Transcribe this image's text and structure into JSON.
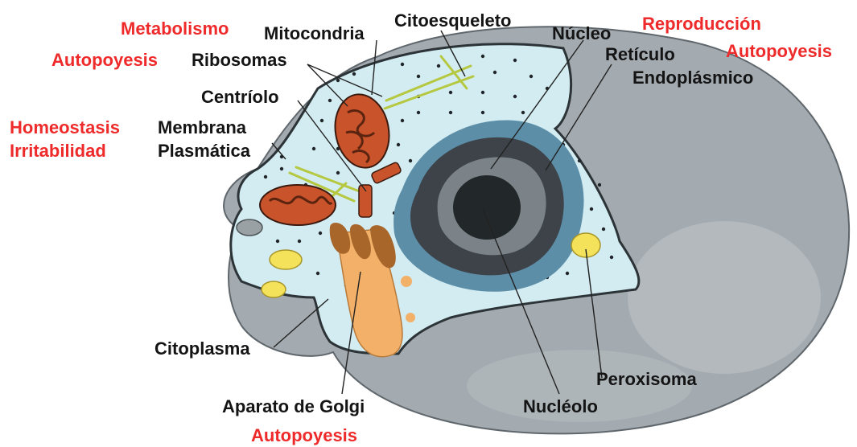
{
  "colors": {
    "outer_body": "#a4abb0",
    "cytoplasm": "#d2ecf1",
    "cytoplasm_edge": "#2c3438",
    "nucleus_outer": "#5c8ea8",
    "chromatin_dark": "#3d4348",
    "nucleolus": "#222829",
    "mitochondria": "#c9532b",
    "golgi": "#f3b069",
    "golgi_dark": "#a8662a",
    "peroxisome": "#f4e25b",
    "cytoskeleton": "#b5c840",
    "label_text": "#141414",
    "function_text": "#ee2a2a"
  },
  "organelle_labels": {
    "mitocondria": "Mitocondria",
    "citoesqueleto": "Citoesqueleto",
    "nucleo": "Núcleo",
    "reticulo_line1": "Retículo",
    "reticulo_line2": "Endoplásmico",
    "ribosomas": "Ribosomas",
    "centriolo": "Centríolo",
    "membrana_line1": "Membrana",
    "membrana_line2": "Plasmática",
    "citoplasma": "Citoplasma",
    "aparato_golgi": "Aparato de Golgi",
    "nucleolo": "Nucléolo",
    "peroxisoma": "Peroxisoma"
  },
  "function_labels": {
    "metabolismo": "Metabolismo",
    "autopoyesis_left": "Autopoyesis",
    "reproduccion": "Reproducción",
    "autopoyesis_right": "Autopoyesis",
    "homeostasis": "Homeostasis",
    "irritabilidad": "Irritabilidad",
    "autopoyesis_bottom": "Autopoyesis"
  }
}
